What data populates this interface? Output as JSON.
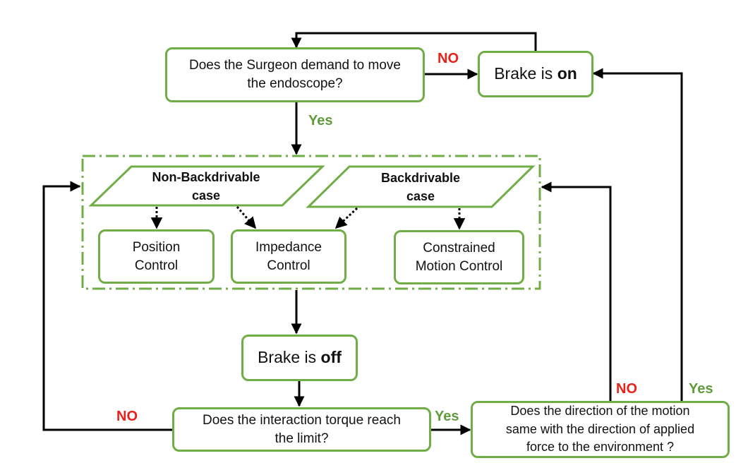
{
  "nodes": {
    "surgeon_demand": {
      "lines": [
        "Does the Surgeon demand to move",
        "the endoscope?"
      ]
    },
    "brake_on": {
      "prefix": "Brake is ",
      "bold": "on"
    },
    "brake_off": {
      "prefix": "Brake is ",
      "bold": "off"
    },
    "non_backdrivable": {
      "lines": [
        "Non-Backdrivable",
        "case"
      ]
    },
    "backdrivable": {
      "lines": [
        "Backdrivable",
        "case"
      ]
    },
    "position_control": {
      "lines": [
        "Position",
        "Control"
      ]
    },
    "impedance_control": {
      "lines": [
        "Impedance",
        "Control"
      ]
    },
    "constrained_motion_control": {
      "lines": [
        "Constrained",
        "Motion Control"
      ]
    },
    "torque_limit": {
      "lines": [
        "Does the interaction torque reach",
        "the limit?"
      ]
    },
    "direction_check": {
      "lines": [
        "Does the direction of the motion",
        "same with the direction of applied",
        "force to the environment ?"
      ]
    }
  },
  "edge_labels": {
    "no_top": "NO",
    "yes_top": "Yes",
    "no_left": "NO",
    "yes_bottom": "Yes",
    "no_right": "NO",
    "yes_right": "Yes"
  },
  "colors": {
    "box_border": "#70AD47",
    "yes_label": "#5E9B3A",
    "no_label": "#E8211A",
    "arrow": "#000000"
  }
}
